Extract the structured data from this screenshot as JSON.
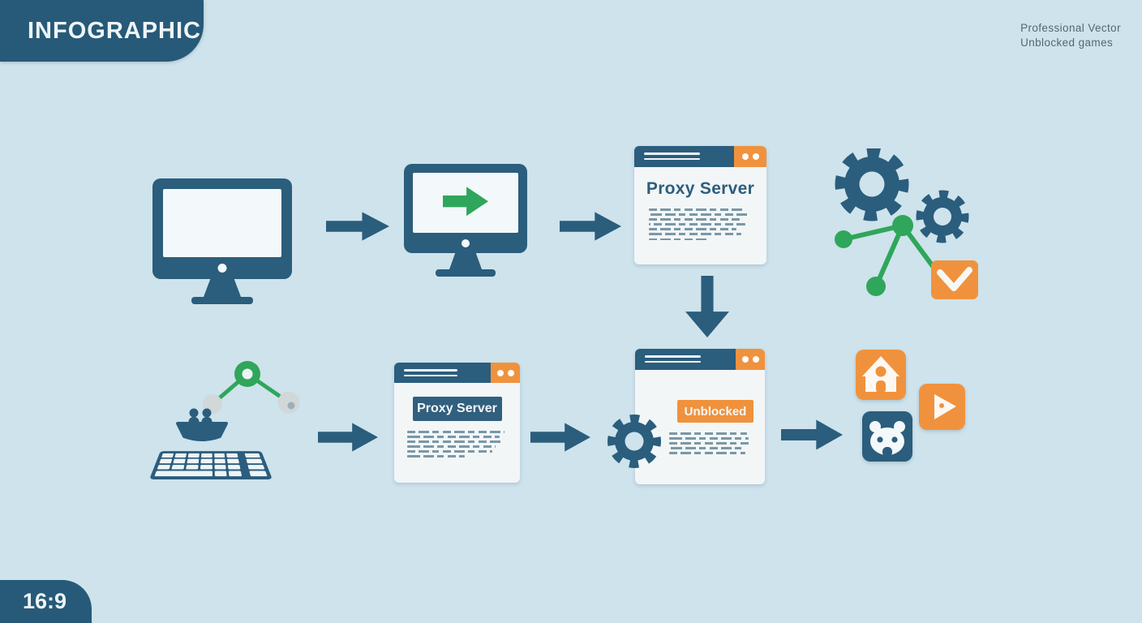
{
  "banner": {
    "title": "INFOGRAPHIC"
  },
  "watermark": {
    "line1": "Professional Vector",
    "line2": "Unblocked games"
  },
  "badge": {
    "aspect_ratio": "16:9"
  },
  "colors": {
    "background": "#cee3ec",
    "teal": "#2b5d7d",
    "orange": "#f0923d",
    "green": "#2fa65b",
    "card": "#f2f6f7",
    "gray_node": "#d2d7d9"
  },
  "flow": {
    "row1": [
      {
        "name": "user-computer",
        "icon": "desktop-monitor-icon"
      },
      {
        "name": "request-forward",
        "icon": "monitor-green-arrow-icon"
      },
      {
        "name": "proxy-server-page",
        "type": "browser-card",
        "title": "Proxy Server"
      },
      {
        "name": "processing",
        "icon": "gears-network-mail-icon"
      }
    ],
    "row2": [
      {
        "name": "user-input",
        "icon": "keyboard-users-network-icon"
      },
      {
        "name": "proxy-server-entry",
        "type": "browser-card",
        "label": "Proxy Server"
      },
      {
        "name": "unblocked-site",
        "type": "browser-card",
        "label": "Unblocked",
        "icon": "gear-icon"
      },
      {
        "name": "apps-result",
        "icon": "app-tiles-icon",
        "tiles": [
          "home-app",
          "play-app",
          "robot-app"
        ]
      }
    ]
  }
}
